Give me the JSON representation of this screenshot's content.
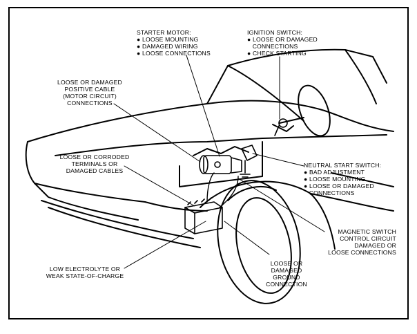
{
  "callouts": {
    "starter_motor": [
      "STARTER MOTOR:",
      "● LOOSE MOUNTING",
      "● DAMAGED WIRING",
      "● LOOSE CONNECTIONS"
    ],
    "ignition_switch": [
      "IGNITION SWITCH:",
      "● LOOSE OR DAMAGED",
      "   CONNECTIONS",
      "● CHECK STARTING"
    ],
    "positive_cable": [
      "LOOSE OR DAMAGED",
      "POSITIVE CABLE",
      "(MOTOR CIRCUIT)",
      "CONNECTIONS"
    ],
    "terminals": [
      "LOOSE OR CORRODED",
      "TERMINALS OR",
      "DAMAGED CABLES"
    ],
    "neutral_start": [
      "NEUTRAL START SWITCH:",
      "● BAD ADJUSTMENT",
      "● LOOSE MOUNTING",
      "● LOOSE OR DAMAGED",
      "   CONNECTIONS"
    ],
    "magnetic_switch": [
      "MAGNETIC SWITCH",
      "CONTROL CIRCUIT",
      "DAMAGED OR",
      "LOOSE CONNECTIONS"
    ],
    "electrolyte": [
      "LOW ELECTROLYTE OR",
      "WEAK STATE-OF-CHARGE"
    ],
    "ground": [
      "LOOSE OR",
      "DAMAGED",
      "GROUND",
      "CONNECTION"
    ]
  },
  "colors": {
    "ink": "#000000",
    "paper": "#ffffff"
  }
}
